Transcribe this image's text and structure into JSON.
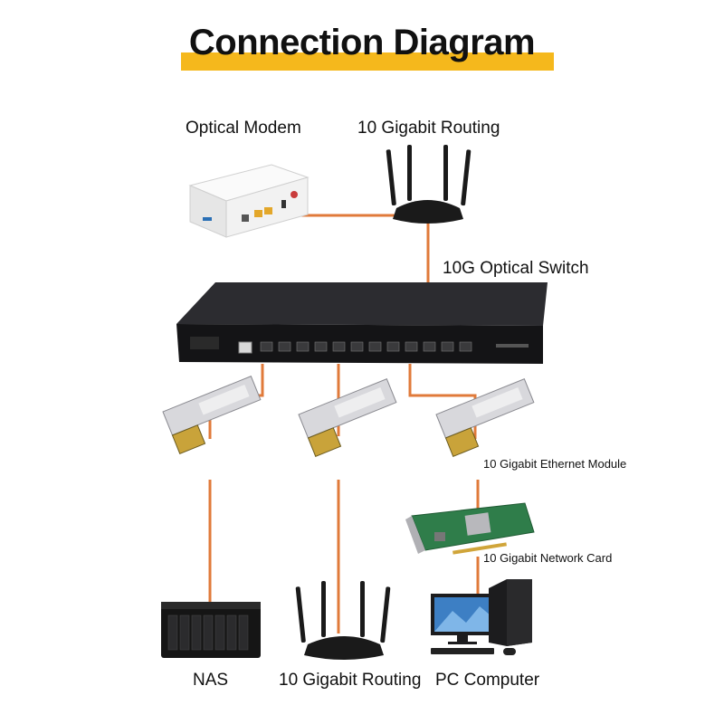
{
  "title": "Connection Diagram",
  "labels": {
    "optical_modem": "Optical Modem",
    "top_router": "10 Gigabit Routing",
    "switch": "10G Optical Switch",
    "ethernet_module": "10 Gigabit Ethernet Module",
    "network_card": "10 Gigabit Network Card",
    "nas": "NAS",
    "bottom_router": "10 Gigabit Routing",
    "pc": "PC Computer"
  },
  "colors": {
    "accent": "#f5b81c",
    "cable": "#e07a3a",
    "device_dark": "#1c1c1e",
    "modem_body": "#f2f2f2"
  }
}
